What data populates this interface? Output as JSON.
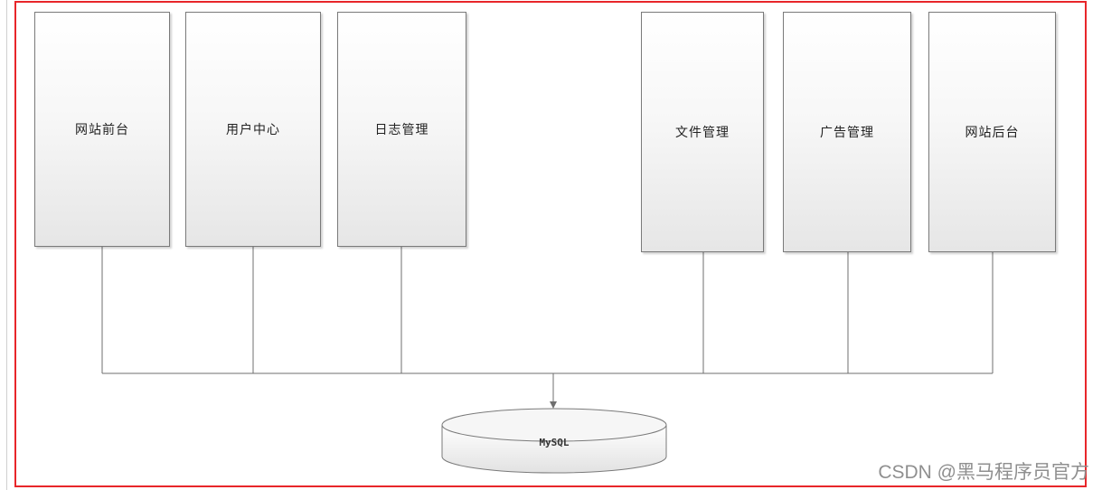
{
  "diagram": {
    "modules_left": [
      {
        "label": "网站前台"
      },
      {
        "label": "用户中心"
      },
      {
        "label": "日志管理"
      }
    ],
    "modules_right": [
      {
        "label": "文件管理"
      },
      {
        "label": "广告管理"
      },
      {
        "label": "网站后台"
      }
    ],
    "database": {
      "label": "MySQL"
    },
    "colors": {
      "frame": "#e8262a",
      "box_border": "#7a7a7a",
      "connector": "#6f6f6f"
    }
  },
  "watermark": {
    "text": "CSDN @黑马程序员官方"
  }
}
